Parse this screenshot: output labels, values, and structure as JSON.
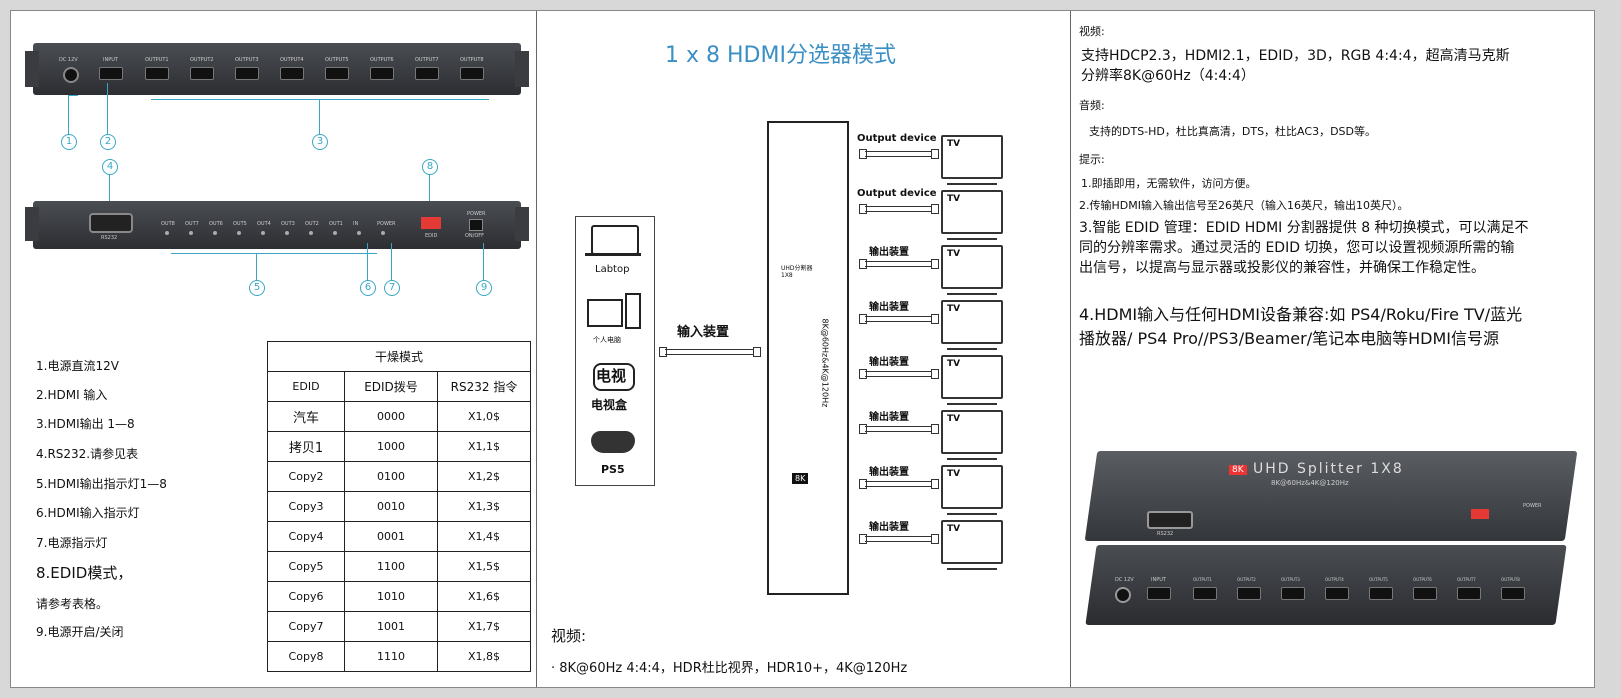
{
  "panel1": {
    "top_device": {
      "dc_label": "DC 12V",
      "input_label": "INPUT",
      "output_labels": [
        "OUTPUT1",
        "OUTPUT2",
        "OUTPUT3",
        "OUTPUT4",
        "OUTPUT5",
        "OUTPUT6",
        "OUTPUT7",
        "OUTPUT8"
      ]
    },
    "bottom_device": {
      "rs232_label": "RS232",
      "led_labels": [
        "OUT8",
        "OUT7",
        "OUT6",
        "OUT5",
        "OUT4",
        "OUT3",
        "OUT2",
        "OUT1",
        "IN",
        "POWER"
      ],
      "edid_label": "EDID",
      "power_label": "POWER",
      "onoff_label": "ON/OFF"
    },
    "callouts": [
      "1",
      "2",
      "3",
      "4",
      "5",
      "6",
      "7",
      "8",
      "9"
    ],
    "legend": [
      "1.电源直流12V",
      "2.HDMI 输入",
      "3.HDMI输出 1—8",
      "4.RS232.请参见表",
      "5.HDMI输出指示灯1—8",
      "6.HDMI输入指示灯",
      "7.电源指示灯",
      "8.EDID模式，",
      "请参考表格。",
      "9.电源开启/关闭"
    ],
    "table": {
      "title": "干燥模式",
      "headers": [
        "EDID",
        "EDID拨号",
        "RS232 指令"
      ],
      "rows": [
        [
          "汽车",
          "0000",
          "X1,0$"
        ],
        [
          "拷贝1",
          "1000",
          "X1,1$"
        ],
        [
          "Copy2",
          "0100",
          "X1,2$"
        ],
        [
          "Copy3",
          "0010",
          "X1,3$"
        ],
        [
          "Copy4",
          "0001",
          "X1,4$"
        ],
        [
          "Copy5",
          "1100",
          "X1,5$"
        ],
        [
          "Copy6",
          "1010",
          "X1,6$"
        ],
        [
          "Copy7",
          "1001",
          "X1,7$"
        ],
        [
          "Copy8",
          "1110",
          "X1,8$"
        ]
      ]
    }
  },
  "panel2": {
    "title": "1 x 8 HDMI分选器模式",
    "sources": [
      "Labtop",
      "个人电脑",
      "电视",
      "电视盒",
      "PS5"
    ],
    "input_label": "输入装置",
    "splitter_text": "UHD分割器 1X8",
    "splitter_vertical": "8K@60Hz&4K@120Hz",
    "splitter_badge": "8K",
    "outputs": [
      "Output device",
      "Output device",
      "输出装置",
      "输出装置",
      "输出装置",
      "输出装置",
      "输出装置",
      "输出装置"
    ],
    "tv_label": "TV",
    "video_heading": "视频:",
    "video_spec": "· 8K@60Hz 4:4:4，HDR杜比视界，HDR10+，4K@120Hz"
  },
  "panel3": {
    "video_heading": "视频:",
    "video_text_1": "支持HDCP2.3，HDMI2.1，EDID，3D，RGB 4:4:4，超高清马克斯",
    "video_text_2": "分辨率8K@60Hz（4:4:4）",
    "audio_heading": "音频:",
    "audio_text": "支持的DTS-HD，杜比真高清，DTS，杜比AC3，DSD等。",
    "tips_heading": "提示:",
    "tip1": "1.即插即用，无需软件，访问方便。",
    "tip2": "2.传输HDMI输入输出信号至26英尺（输入16英尺，输出10英尺）。",
    "tip3_lines": [
      "3.智能 EDID 管理：EDID HDMI 分割器提供 8 种切换模式，可以满足不",
      "同的分辨率需求。通过灵活的 EDID 切换，您可以设置视频源所需的输",
      "出信号，以提高与显示器或投影仪的兼容性，并确保工作稳定性。"
    ],
    "tip4_lines": [
      "4.HDMI输入与任何HDMI设备兼容:如 PS4/Roku/Fire TV/蓝光",
      "播放器/ PS4 Pro//PS3/Beamer/笔记本电脑等HDMI信号源"
    ],
    "product": {
      "badge": "8K",
      "name": "UHD Splitter 1X8",
      "sub": "8K@60Hz&4K@120Hz",
      "rs232": "RS232",
      "dc": "DC 12V",
      "input": "INPUT",
      "power": "POWER",
      "outputs": [
        "OUTPUT1",
        "OUTPUT2",
        "OUTPUT3",
        "OUTPUT4",
        "OUTPUT5",
        "OUTPUT6",
        "OUTPUT7",
        "OUTPUT8"
      ]
    }
  },
  "colors": {
    "callout": "#39a7c4",
    "title": "#3a8fc4",
    "device": "#3a3c40",
    "edid_switch": "#e53935"
  }
}
